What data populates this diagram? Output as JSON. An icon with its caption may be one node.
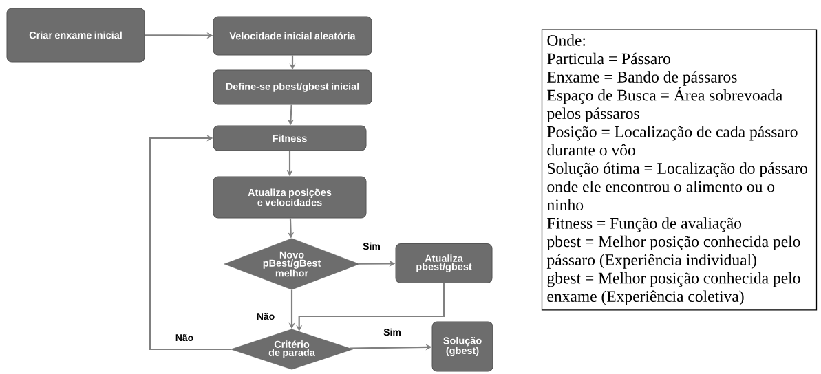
{
  "diagram": {
    "nodes": [
      {
        "text": [
          "Criar enxame inicial"
        ]
      },
      {
        "text": [
          "Velocidade inicial aleatória"
        ]
      },
      {
        "text": [
          "Define-se pbest/gbest inicial"
        ]
      },
      {
        "text": [
          "Fitness"
        ]
      },
      {
        "text": [
          "Atualiza posições e velocidades"
        ]
      },
      {
        "text": [
          "Novo pBest/gBest melhor"
        ]
      },
      {
        "text": [
          "Atualiza pbest/gbest"
        ]
      },
      {
        "text": [
          "Critério de parada"
        ]
      },
      {
        "text": [
          "Solução (gbest)"
        ]
      },
      {
        "text": [
          "Onde:",
          "Particula = Pássaro",
          "Enxame = Bando de pássaros",
          "Espaço de Busca = Área sobrevoada pelos pássaros",
          "Posição = Localização de cada pássaro durante o vôo",
          "Solução ótima = Localização do pássaro onde ele encontrou o alimento ou o ninho",
          "Fitness = Função de avaliação",
          "pbest = Melhor posição conhecida pelo pássaro (Experiência individual)",
          "gbest = Melhor posição conhecida pelo enxame (Experiência coletiva)"
        ]
      }
    ],
    "edges": [
      {
        "from": 0,
        "to": 1,
        "arrow": "to"
      },
      {
        "from": 1,
        "to": 2,
        "arrow": "to"
      },
      {
        "from": 2,
        "to": 3,
        "arrow": "to"
      },
      {
        "from": 3,
        "to": 4,
        "arrow": "to"
      },
      {
        "from": 4,
        "to": 5,
        "arrow": "to"
      },
      {
        "from": 5,
        "to": 6,
        "arrow": "to",
        "label": "Sim"
      },
      {
        "from": 6,
        "to": 7,
        "arrow": "to"
      },
      {
        "from": 5,
        "to": 7,
        "arrow": "to",
        "label": "Não"
      },
      {
        "from": 7,
        "to": 3,
        "arrow": "to",
        "label": "Não"
      },
      {
        "from": 7,
        "to": 8,
        "arrow": "to",
        "label": "Sim"
      }
    ]
  }
}
